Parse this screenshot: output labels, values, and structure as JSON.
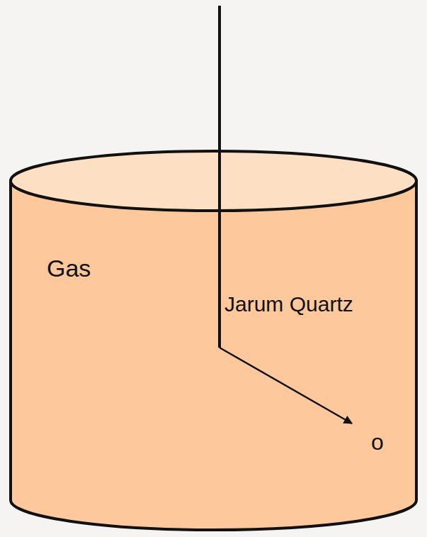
{
  "diagram": {
    "labels": [
      "Gas",
      "Jarum Quartz",
      "o"
    ]
  }
}
